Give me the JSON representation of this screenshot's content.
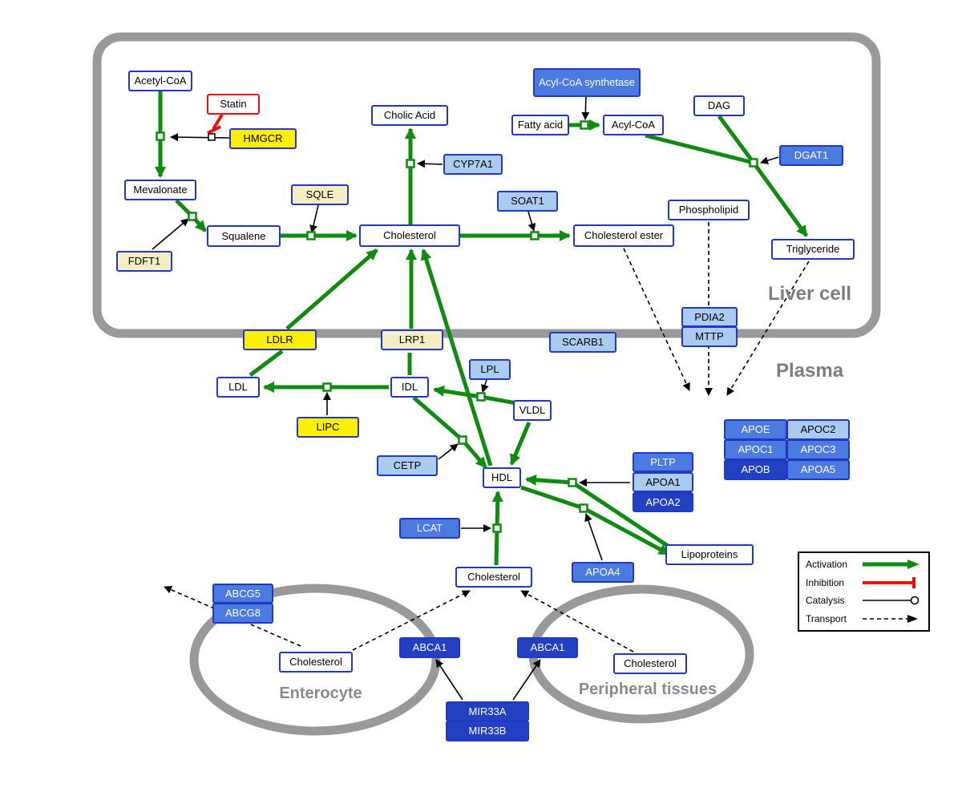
{
  "regions": {
    "liver": "Liver cell",
    "plasma": "Plasma",
    "enterocyte": "Enterocyte",
    "peripheral": "Peripheral tissues"
  },
  "nodes": {
    "acetyl_coa": "Acetyl-CoA",
    "statin": "Statin",
    "hmgcr": "HMGCR",
    "mevalonate": "Mevalonate",
    "fdft1": "FDFT1",
    "squalene": "Squalene",
    "sqle": "SQLE",
    "cholesterol_liver": "Cholesterol",
    "cholic_acid": "Cholic Acid",
    "cyp7a1": "CYP7A1",
    "acyl_coa_synthetase": "Acyl-CoA synthetase",
    "fatty_acid": "Fatty acid",
    "acyl_coa": "Acyl-CoA",
    "dag": "DAG",
    "dgat1": "DGAT1",
    "soat1": "SOAT1",
    "cholesterol_ester": "Cholesterol ester",
    "phospholipid": "Phospholipid",
    "triglyceride": "Triglyceride",
    "pdia2": "PDIA2",
    "mttp": "MTTP",
    "ldlr": "LDLR",
    "lrp1": "LRP1",
    "scarb1": "SCARB1",
    "ldl": "LDL",
    "idl": "IDL",
    "lpl": "LPL",
    "vldl": "VLDL",
    "lipc": "LIPC",
    "cetp": "CETP",
    "hdl": "HDL",
    "pltp": "PLTP",
    "apoa1": "APOA1",
    "apoa2": "APOA2",
    "apoe": "APOE",
    "apoc2": "APOC2",
    "apoc1": "APOC1",
    "apoc3": "APOC3",
    "apob": "APOB",
    "apoa5": "APOA5",
    "lcat": "LCAT",
    "apoa4": "APOA4",
    "lipoproteins": "Lipoproteins",
    "cholesterol_plasma": "Cholesterol",
    "abcg5": "ABCG5",
    "abcg8": "ABCG8",
    "cholesterol_enterocyte": "Cholesterol",
    "abca1_left": "ABCA1",
    "abca1_right": "ABCA1",
    "cholesterol_peripheral": "Cholesterol",
    "mir33a": "MIR33A",
    "mir33b": "MIR33B"
  },
  "legend": {
    "items": [
      {
        "label": "Activation",
        "type": "activation"
      },
      {
        "label": "Inhibition",
        "type": "inhibition"
      },
      {
        "label": "Catalysis",
        "type": "catalysis"
      },
      {
        "label": "Transport",
        "type": "transport"
      }
    ]
  },
  "colors": {
    "activation_green": "#0f8b0f",
    "inhibition_red": "#e81010",
    "catalysis_black": "#000000",
    "transport_black": "#000000",
    "membrane_gray": "#999999",
    "gene_blue": "#4b7be0",
    "gene_dark_blue": "#2340c2",
    "gene_light_blue": "#a9ccf0",
    "gene_yellow": "#ffef00",
    "gene_pale_yellow": "#f3efc3",
    "metabolite_border_blue": "#2236c8"
  }
}
